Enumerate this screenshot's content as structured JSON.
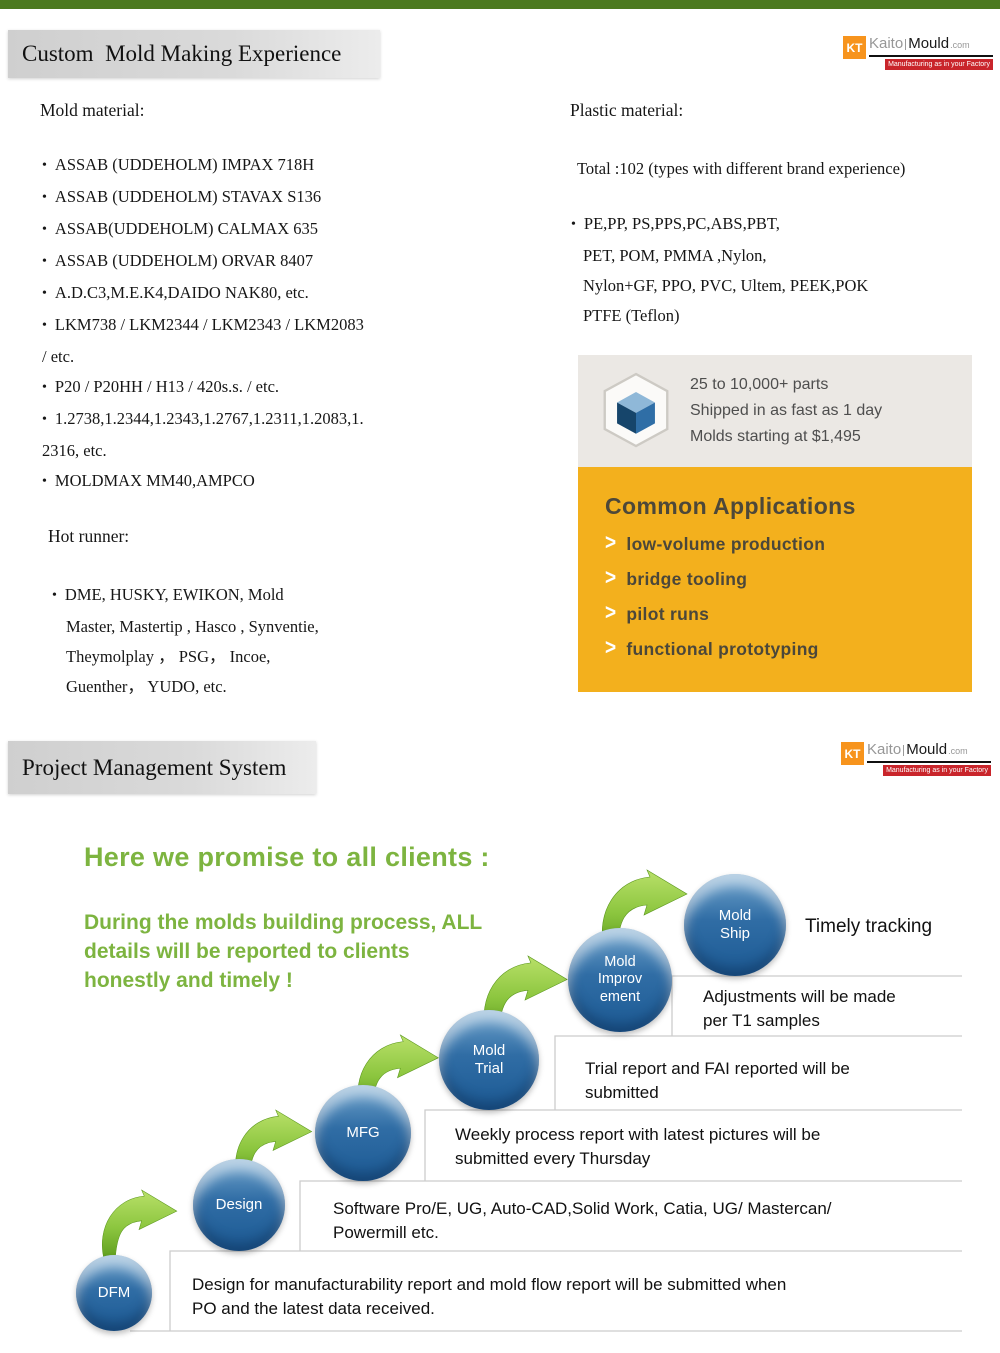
{
  "topbar": {
    "color": "#4c7a1f"
  },
  "logo": {
    "kt": "KT",
    "name_left": "Kaito",
    "name_right": "Mould",
    "tld": ".com",
    "tagline": "Manufacturing as in your Factory"
  },
  "section1": {
    "title": "Custom  Mold Making Experience",
    "mold_material": {
      "heading": "Mold material:",
      "lines": [
        "ASSAB (UDDEHOLM) IMPAX 718H",
        "ASSAB (UDDEHOLM) STAVAX S136",
        "ASSAB(UDDEHOLM) CALMAX 635",
        "ASSAB (UDDEHOLM) ORVAR 8407",
        "A.D.C3,M.E.K4,DAIDO NAK80, etc.",
        "LKM738 / LKM2344 / LKM2343 / LKM2083",
        "/ etc.",
        "P20 / P20HH / H13 / 420s.s. / etc.",
        "1.2738,1.2344,1.2343,1.2767,1.2311,1.2083,1.",
        "2316, etc.",
        "MOLDMAX MM40,AMPCO"
      ]
    },
    "hot_runner": {
      "heading": "Hot runner:",
      "lines": [
        "DME, HUSKY, EWIKON, Mold",
        "Master, Mastertip ,  Hasco ,  Synventie,",
        "Theymolplay ，  PSG，  Incoe,",
        "Guenther，  YUDO, etc."
      ]
    },
    "plastic_material": {
      "heading": "Plastic material:",
      "total": "Total :102 (types with different brand experience)",
      "lines": [
        "PE,PP, PS,PPS,PC,ABS,PBT,",
        "PET, POM, PMMA ,Nylon,",
        "Nylon+GF, PPO, PVC, Ultem, PEEK,POK",
        "PTFE (Teflon)"
      ]
    },
    "promo_card": {
      "accent_color": "#F2B01E",
      "stats": [
        "25 to 10,000+ parts",
        "Shipped in as fast as 1 day",
        "Molds starting at $1,495"
      ],
      "applications_title": "Common Applications",
      "applications": [
        "low-volume production",
        "bridge tooling",
        "pilot runs",
        "functional prototyping"
      ],
      "chevron": ">"
    }
  },
  "section2": {
    "title": "Project Management System",
    "promise_heading": "Here we promise to all clients :",
    "promise_body": "During the molds building process, ALL\ndetails will be reported to clients\nhonestly and timely !",
    "colors": {
      "step_blue": "#2a6ca8",
      "arrow_green": "#8cc63f"
    },
    "steps": [
      {
        "label": "DFM",
        "note": "Design for manufacturability report and mold flow report will be submitted when\nPO and the latest data received."
      },
      {
        "label": "Design",
        "note": "Software Pro/E, UG, Auto-CAD,Solid Work, Catia, UG/ Mastercan/\nPowermill etc."
      },
      {
        "label": "MFG",
        "note": "Weekly process report with latest pictures will be\nsubmitted every Thursday"
      },
      {
        "label": "Mold\nTrial",
        "note": "Trial report and FAI reported will be\nsubmitted"
      },
      {
        "label": "Mold\nImprov\nement",
        "note": "Adjustments will be made\nper T1 samples"
      },
      {
        "label": "Mold\nShip",
        "note": "Timely tracking"
      }
    ]
  }
}
